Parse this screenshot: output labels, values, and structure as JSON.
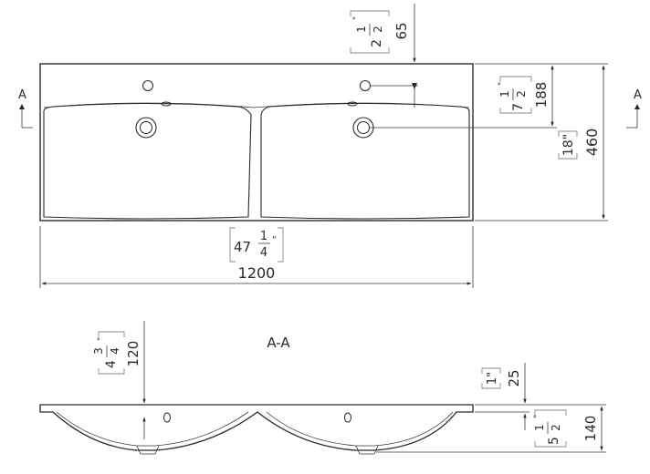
{
  "section_marker": {
    "left": "A",
    "right": "A"
  },
  "section_title": "A-A",
  "dimensions": {
    "width_mm": "1200",
    "width_in": {
      "whole": "47",
      "num": "1",
      "den": "4",
      "unit": "\""
    },
    "depth_mm": "460",
    "depth_in": "18\"",
    "tap_offset_mm": "65",
    "tap_offset_in": {
      "whole": "2",
      "num": "1",
      "den": "2",
      "unit": "\""
    },
    "drain_offset_mm": "188",
    "drain_offset_in": {
      "whole": "7",
      "num": "1",
      "den": "2",
      "unit": "\""
    },
    "height_mm": "120",
    "height_in": {
      "whole": "4",
      "num": "3",
      "den": "4",
      "unit": "\""
    },
    "rim_mm": "25",
    "rim_in": "1\"",
    "bowl_depth_mm": "140",
    "bowl_depth_in": {
      "whole": "5",
      "num": "1",
      "den": "2",
      "unit": "\""
    }
  }
}
